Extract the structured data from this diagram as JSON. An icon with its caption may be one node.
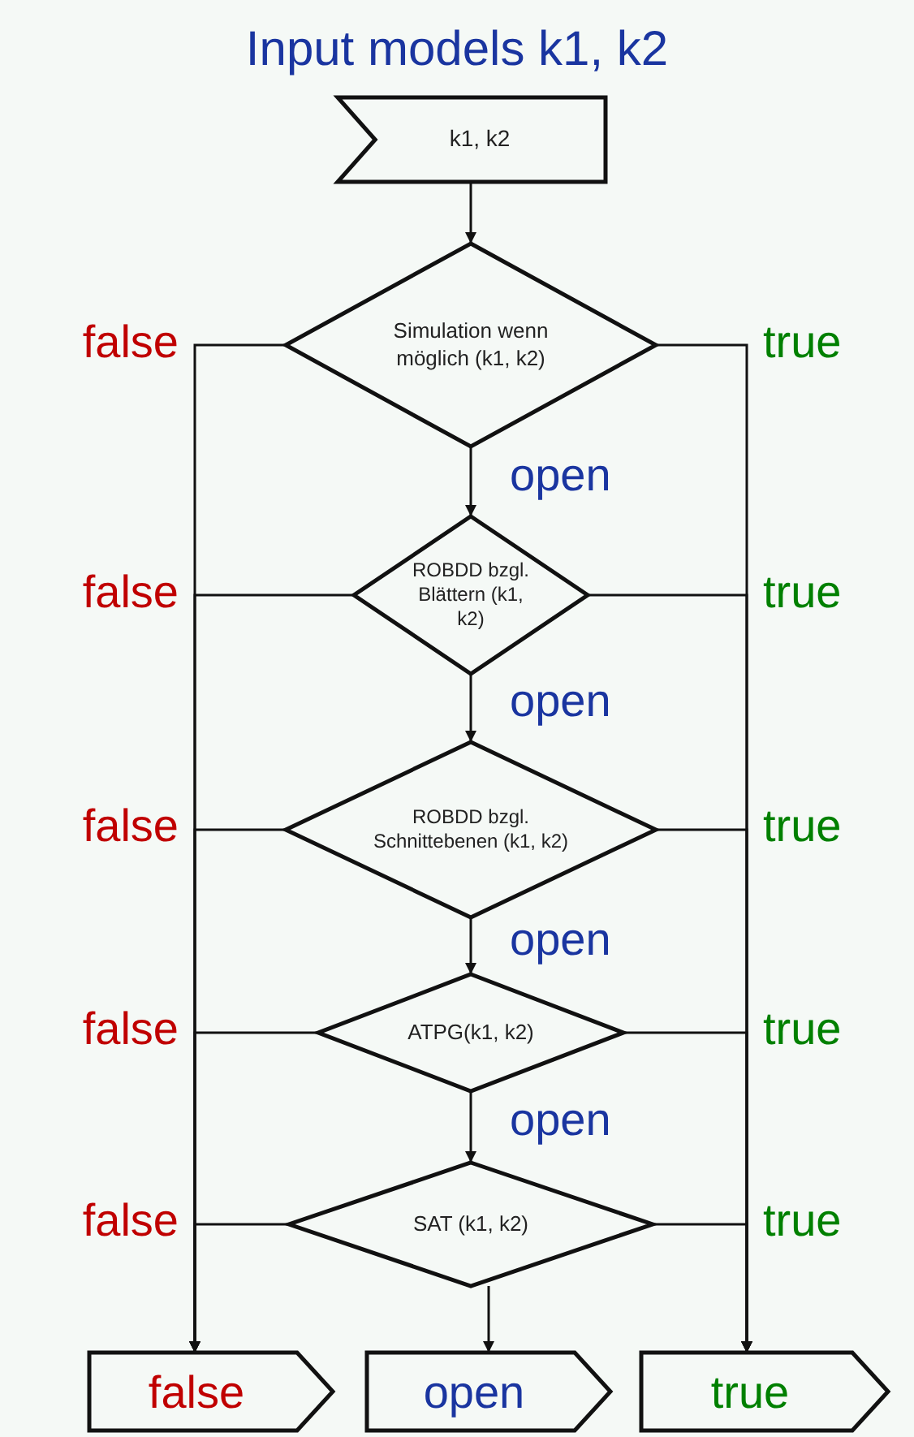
{
  "diagram": {
    "title": "Input models k1, k2",
    "nodes": [
      {
        "text": [
          "k1, k2"
        ]
      },
      {
        "text": [
          "Simulation wenn möglich (k1, k2)"
        ]
      },
      {
        "text": [
          "ROBDD bzgl. Blättern (k1, k2)"
        ]
      },
      {
        "text": [
          "ROBDD bzgl. Schnittebenen (k1, k2)"
        ]
      },
      {
        "text": [
          "ATPG(k1, k2)"
        ]
      },
      {
        "text": [
          "SAT (k1, k2)"
        ]
      },
      {
        "text": [
          "false"
        ]
      },
      {
        "text": [
          "open"
        ]
      },
      {
        "text": [
          "true"
        ]
      }
    ],
    "edges": [
      {
        "from": 0,
        "to": 1,
        "arrow": "to"
      },
      {
        "from": 1,
        "to": 2,
        "arrow": "to",
        "label": "open"
      },
      {
        "from": 2,
        "to": 3,
        "arrow": "to",
        "label": "open"
      },
      {
        "from": 3,
        "to": 4,
        "arrow": "to",
        "label": "open"
      },
      {
        "from": 4,
        "to": 5,
        "arrow": "to",
        "label": "open"
      },
      {
        "from": 5,
        "to": 7,
        "arrow": "to"
      },
      {
        "from": 1,
        "to": 6,
        "arrow": "to",
        "label": "false"
      },
      {
        "from": 2,
        "to": 6,
        "arrow": "to",
        "label": "false"
      },
      {
        "from": 3,
        "to": 6,
        "arrow": "to",
        "label": "false"
      },
      {
        "from": 4,
        "to": 6,
        "arrow": "to",
        "label": "false"
      },
      {
        "from": 5,
        "to": 6,
        "arrow": "to",
        "label": "false"
      },
      {
        "from": 1,
        "to": 8,
        "arrow": "to",
        "label": "true"
      },
      {
        "from": 2,
        "to": 8,
        "arrow": "to",
        "label": "true"
      },
      {
        "from": 3,
        "to": 8,
        "arrow": "to",
        "label": "true"
      },
      {
        "from": 4,
        "to": 8,
        "arrow": "to",
        "label": "true"
      },
      {
        "from": 5,
        "to": 8,
        "arrow": "to",
        "label": "true"
      }
    ]
  }
}
